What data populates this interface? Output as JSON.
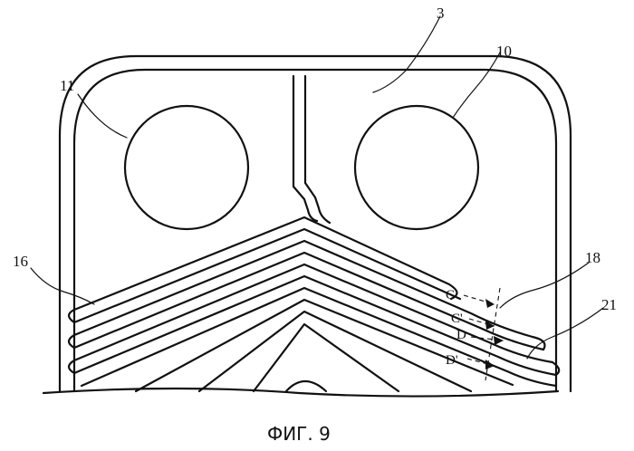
{
  "figure": {
    "caption": "ФИГ. 9",
    "labels": {
      "plate": "3",
      "port_right": "10",
      "port_left": "11",
      "ribs_left": "16",
      "ribs_right": "18",
      "channel": "21",
      "flow_c": "C",
      "flow_c_prime": "C'",
      "flow_d": "D",
      "flow_d_prime": "D'"
    }
  }
}
